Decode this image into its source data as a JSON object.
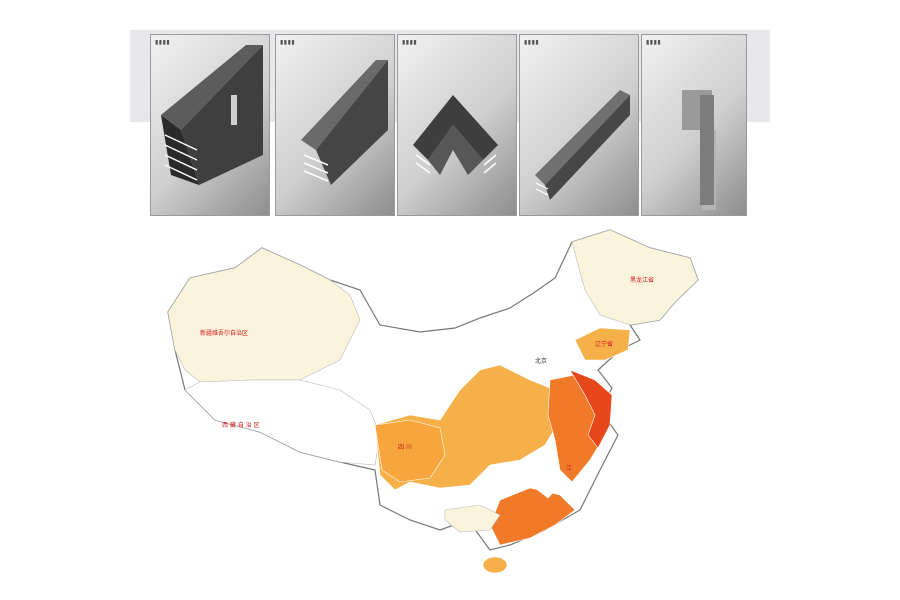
{
  "products": [
    {
      "name": "busway-multi-layer"
    },
    {
      "name": "busway-straight-section"
    },
    {
      "name": "busway-elbow-joint"
    },
    {
      "name": "busway-slim-section"
    },
    {
      "name": "busway-end-feeder"
    }
  ],
  "map": {
    "regions": [
      {
        "key": "xinjiang",
        "label": "新疆维吾尔自治区"
      },
      {
        "key": "tibet",
        "label": "西 藏 自 治 区"
      },
      {
        "key": "heilongjiang",
        "label": "黑龙江省"
      },
      {
        "key": "liaoning",
        "label": "辽宁省"
      },
      {
        "key": "beijing",
        "label": "北京"
      },
      {
        "key": "sichuan",
        "label": "四 川"
      },
      {
        "key": "jiangxi",
        "label": "江"
      }
    ],
    "highlight_colors": {
      "light": "#fbf4dc",
      "medium": "#f5b04a",
      "strong": "#f07a28",
      "deep": "#e8471c"
    }
  }
}
